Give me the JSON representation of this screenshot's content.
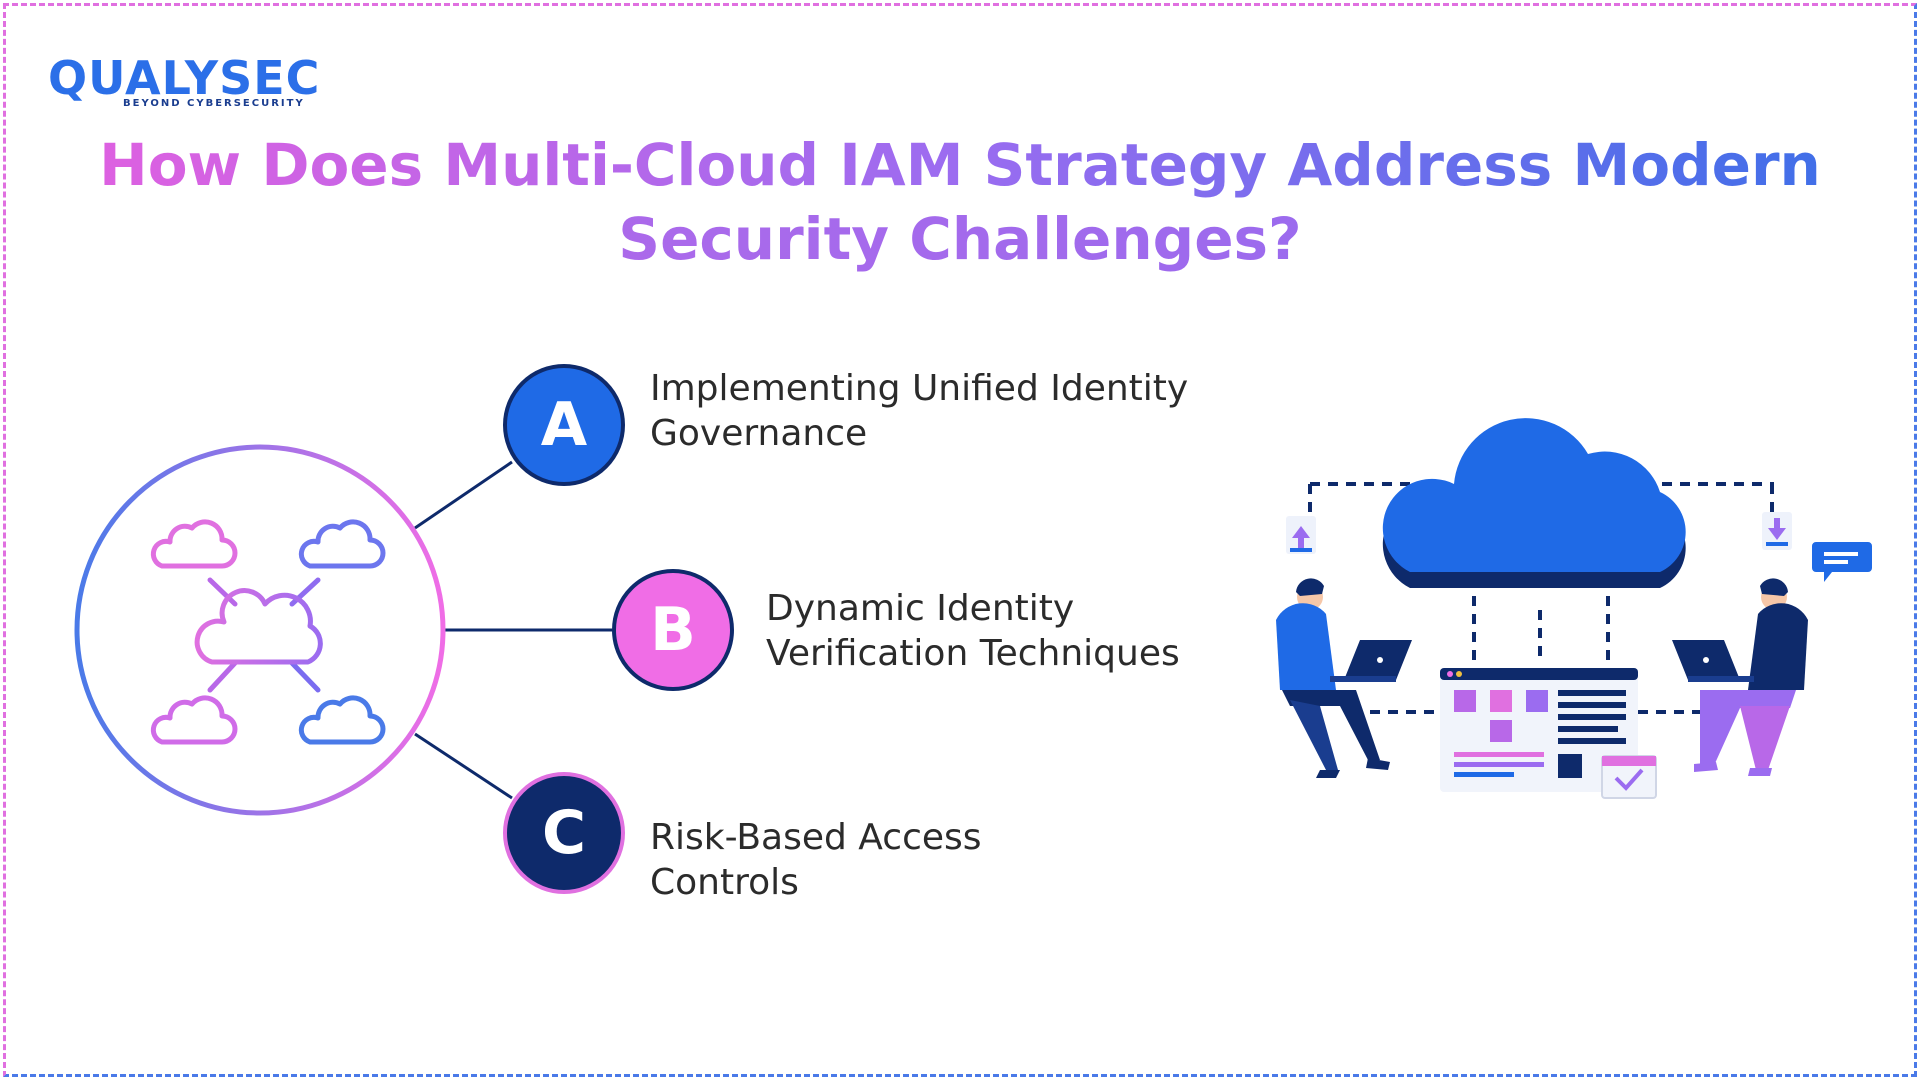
{
  "brand": {
    "logo_text": "QUALYSEC",
    "tagline": "BEYOND CYBERSECURITY"
  },
  "heading": {
    "line1": "How Does Multi-Cloud IAM Strategy Address Modern",
    "line2": "Security Challenges?"
  },
  "items": [
    {
      "letter": "A",
      "line1": "Implementing Unified Identity",
      "line2": "Governance"
    },
    {
      "letter": "B",
      "line1": "Dynamic Identity",
      "line2": "Verification Techniques"
    },
    {
      "letter": "C",
      "line1": "Risk-Based Access",
      "line2": "Controls"
    }
  ],
  "colors": {
    "blue": "#1f6ae6",
    "pink": "#f06de6",
    "navy": "#0e2a6b",
    "purple": "#a068e8",
    "text": "#2b2b2b"
  },
  "illustration": {
    "left_icons": [
      "cloud-network-icon"
    ],
    "right_icons": [
      "cloud-icon",
      "upload-document-icon",
      "download-document-icon",
      "chat-bubble-icon",
      "calendar-icon",
      "dashboard-window-icon",
      "person-with-laptop-icon"
    ]
  }
}
